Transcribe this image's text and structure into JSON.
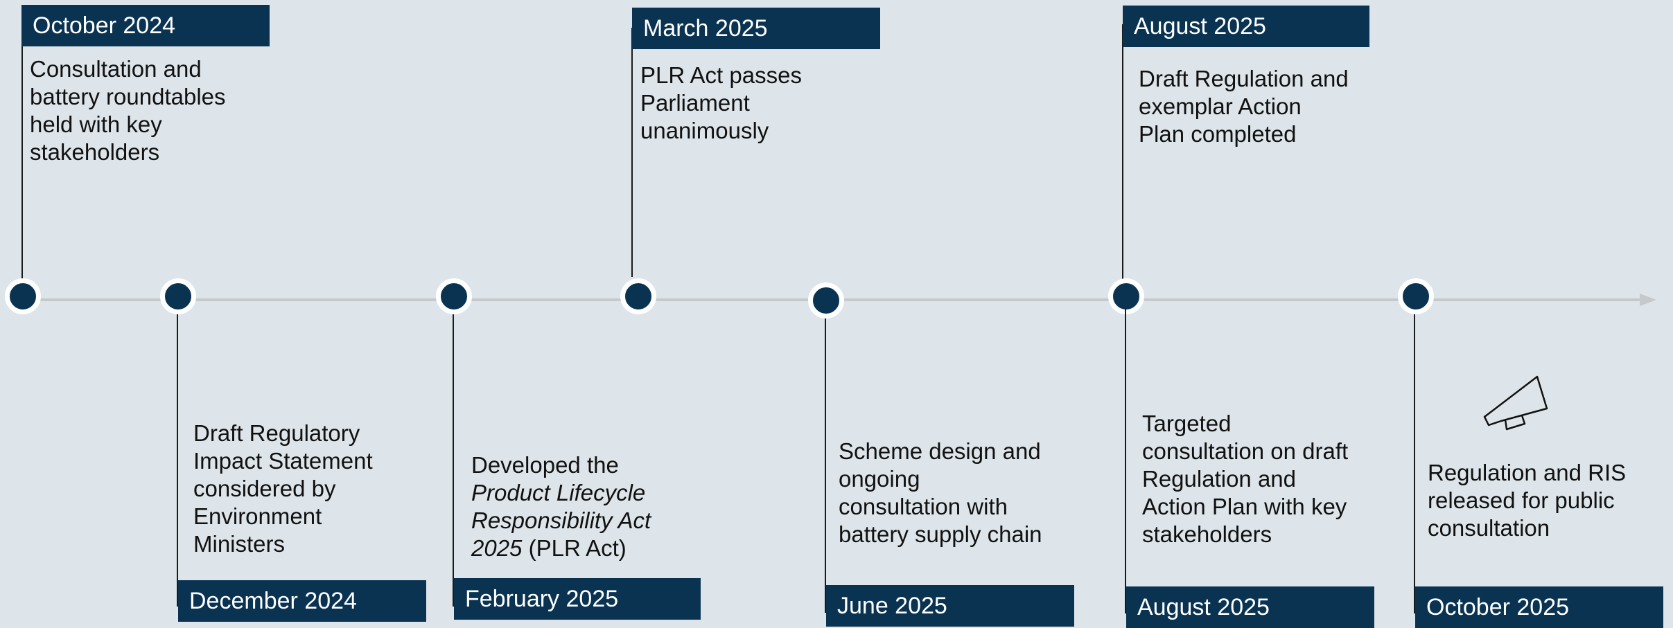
{
  "milestones": [
    {
      "date": "October 2024",
      "lines": [
        "Consultation and",
        "battery roundtables",
        "held with key",
        "stakeholders"
      ]
    },
    {
      "date": "December 2024",
      "lines": [
        "Draft Regulatory",
        "Impact Statement",
        "considered by",
        "Environment",
        "Ministers"
      ]
    },
    {
      "date": "February 2025",
      "line1": "Developed the",
      "italic_lines": [
        "Product Lifecycle",
        "Responsibility Act"
      ],
      "italic_year": "2025",
      "suffix": " (PLR Act)"
    },
    {
      "date": "March 2025",
      "lines": [
        "PLR Act passes",
        "Parliament",
        "unanimously"
      ]
    },
    {
      "date": "June 2025",
      "lines": [
        "Scheme design and",
        "ongoing",
        "consultation with",
        "battery supply chain"
      ]
    },
    {
      "date": "August 2025",
      "lines": [
        "Draft Regulation and",
        "exemplar Action",
        "Plan completed"
      ]
    },
    {
      "date": "August 2025",
      "lines": [
        "Targeted",
        "consultation on draft",
        "Regulation and",
        "Action Plan with key",
        "stakeholders"
      ]
    },
    {
      "date": "October 2025",
      "lines": [
        "Regulation and RIS",
        "released for public",
        "consultation"
      ]
    }
  ],
  "colors": {
    "navy": "#0a3352",
    "background": "#dde5ea",
    "axis": "#c6c9cb"
  },
  "icons": {
    "public_consultation": "megaphone-icon"
  }
}
